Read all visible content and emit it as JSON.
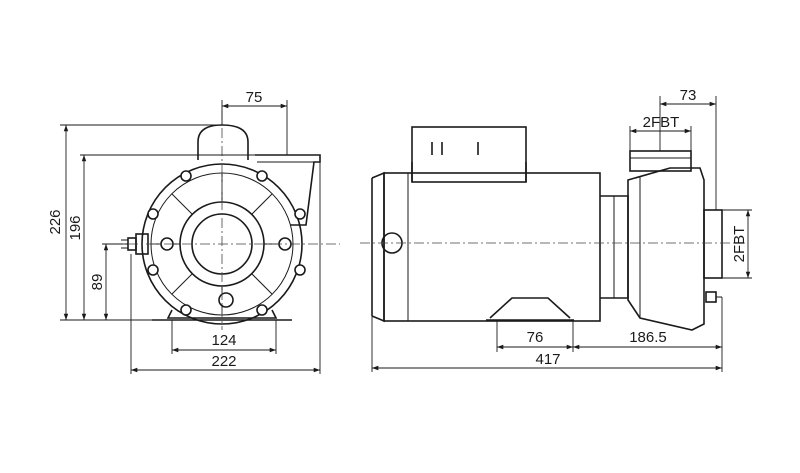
{
  "front_view": {
    "dim_overall_height": "226",
    "dim_outlet_height": "196",
    "dim_shaft_height": "89",
    "dim_outlet_offset": "75",
    "dim_foot_spacing": "124",
    "dim_overall_width": "222"
  },
  "side_view": {
    "dim_outlet_depth": "73",
    "label_outlet_port": "2FBT",
    "label_inlet_port": "2FBT",
    "dim_foot_width": "76",
    "dim_foot_to_end": "186.5",
    "dim_overall_length": "417"
  },
  "colors": {
    "line": "#1a1a1a",
    "background": "#ffffff"
  }
}
